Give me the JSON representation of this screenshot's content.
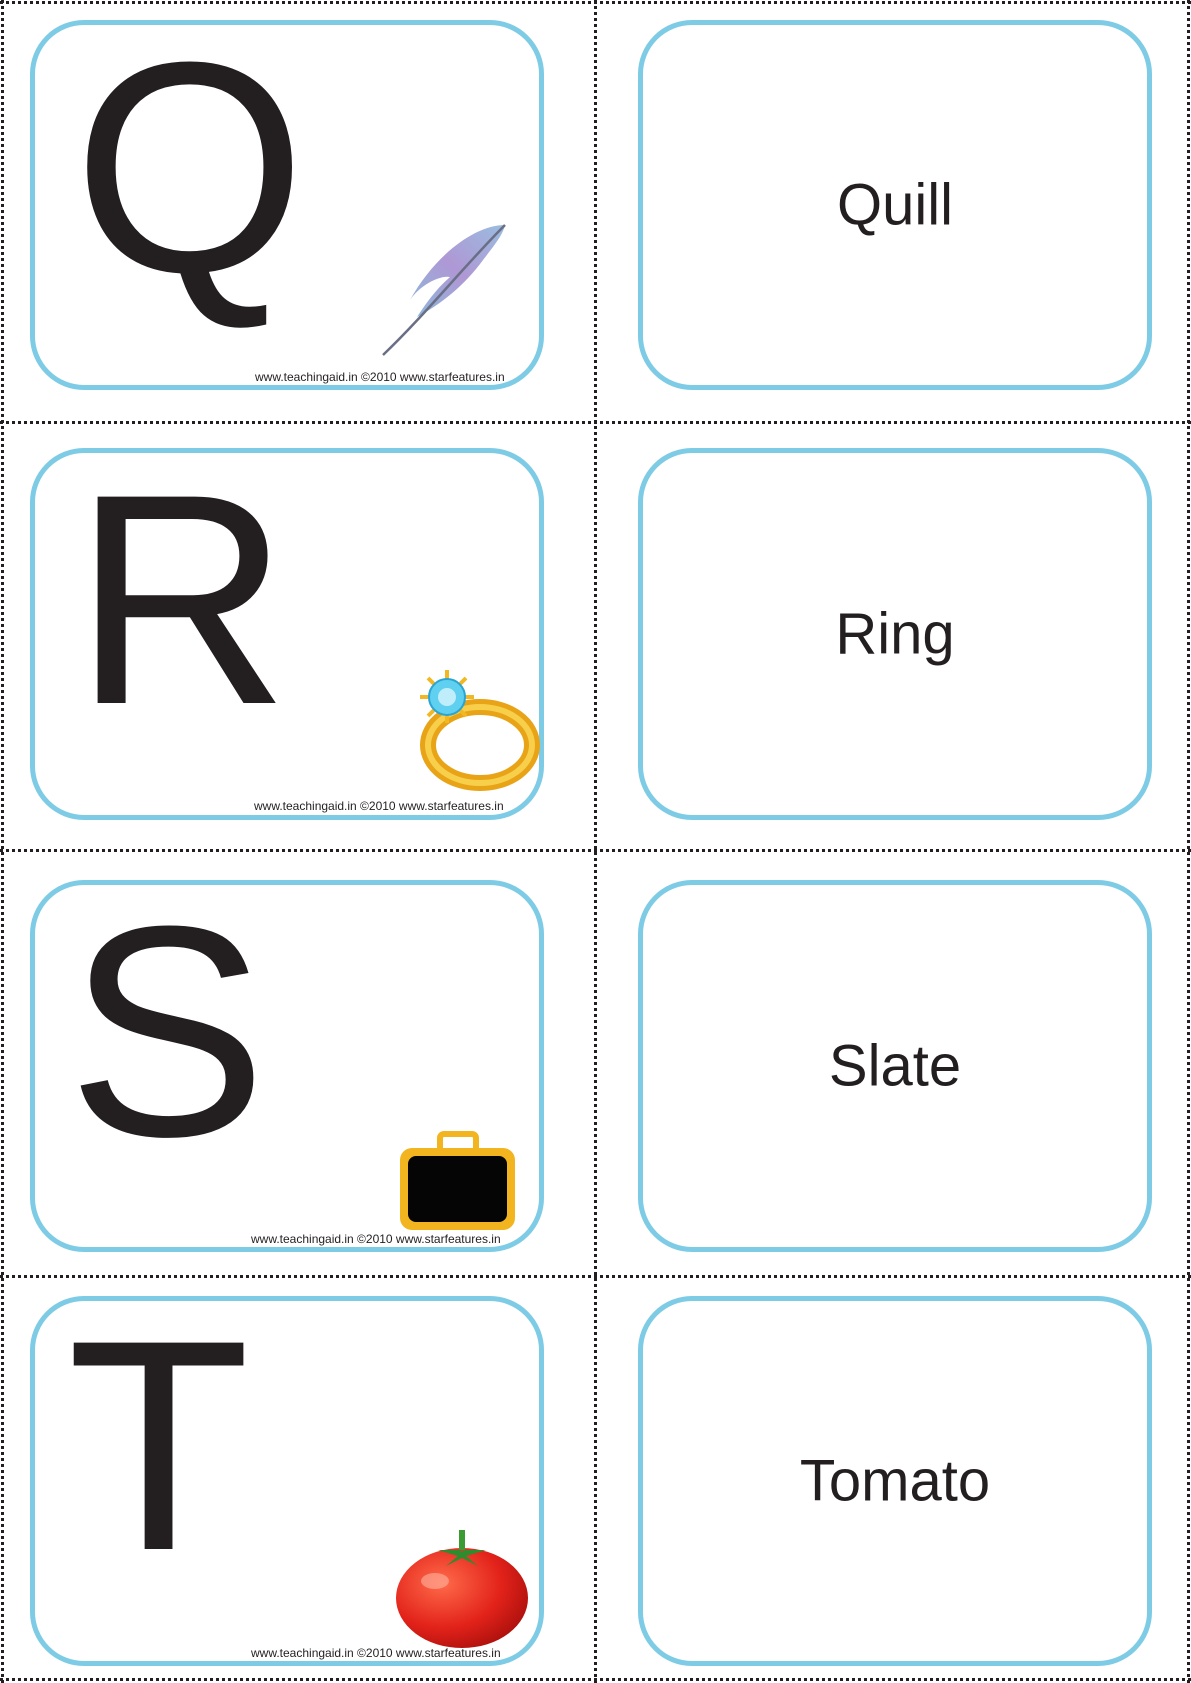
{
  "cards": [
    {
      "letter": "Q",
      "word": "Quill",
      "picture": "feather-icon",
      "credit": "www.teachingaid.in ©2010 www.starfeatures.in"
    },
    {
      "letter": "R",
      "word": "Ring",
      "picture": "ring-icon",
      "credit": "www.teachingaid.in ©2010 www.starfeatures.in"
    },
    {
      "letter": "S",
      "word": "Slate",
      "picture": "slate-icon",
      "credit": "www.teachingaid.in ©2010 www.starfeatures.in"
    },
    {
      "letter": "T",
      "word": "Tomato",
      "picture": "tomato-icon",
      "credit": "www.teachingaid.in ©2010 www.starfeatures.in"
    }
  ],
  "colors": {
    "card_border": "#7ecbe6",
    "text": "#231f20",
    "cut_line": "#231f20"
  }
}
